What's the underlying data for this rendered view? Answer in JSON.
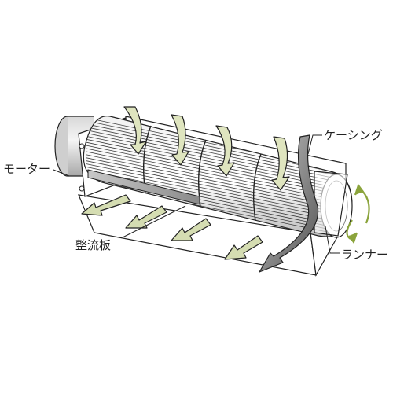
{
  "labels": {
    "motor": "モーター",
    "casing": "ケーシング",
    "straightening_plate": "整流板",
    "runner": "ランナー"
  },
  "colors": {
    "inflow_arrow_fill": "#dfe5bf",
    "outflow_arrow_fill": "#d5ddb2",
    "casing_arrow_fill": "#8e8e8e",
    "rotation_arrow": "#8ba43c",
    "outline": "#222222",
    "shading": "#cfcfcf",
    "background": "#ffffff"
  }
}
